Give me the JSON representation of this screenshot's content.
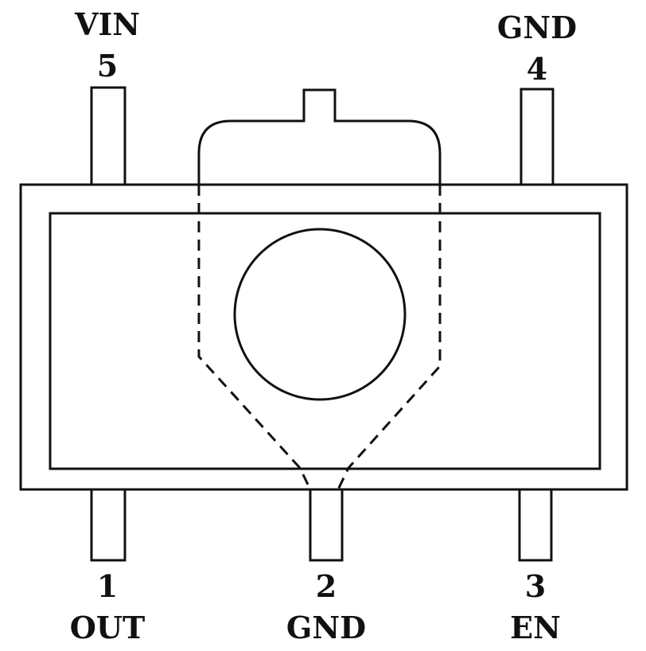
{
  "pins": [
    {
      "number": "1",
      "name": "OUT"
    },
    {
      "number": "2",
      "name": "GND"
    },
    {
      "number": "3",
      "name": "EN"
    },
    {
      "number": "4",
      "name": "GND"
    },
    {
      "number": "5",
      "name": "VIN"
    }
  ]
}
